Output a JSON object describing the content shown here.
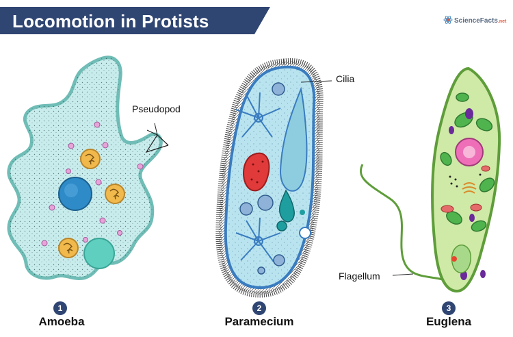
{
  "title": "Locomotion in Protists",
  "logo": {
    "text": "ScienceFacts",
    "suffix": ".net"
  },
  "callouts": {
    "pseudopod": "Pseudopod",
    "cilia": "Cilia",
    "flagellum": "Flagellum"
  },
  "organisms": [
    {
      "number": "1",
      "name": "Amoeba"
    },
    {
      "number": "2",
      "name": "Paramecium"
    },
    {
      "number": "3",
      "name": "Euglena"
    }
  ],
  "colors": {
    "banner": "#2f4572",
    "cytoplasm": "#c8ecec",
    "membrane": "#7fc7c2",
    "paramecium_body": "#b9e4ef",
    "paramecium_outline": "#3a7cc0",
    "euglena_body": "#cfe9a6",
    "euglena_outline": "#5e9d3a"
  }
}
